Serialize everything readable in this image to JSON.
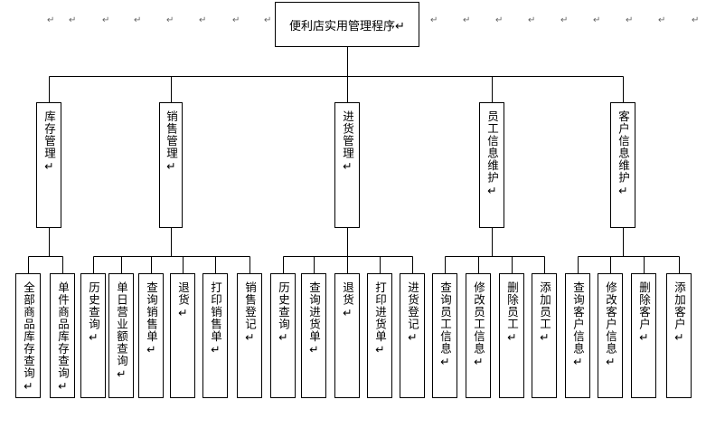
{
  "root": "便利店实用管理程序↵",
  "decor_mark": "↵",
  "modules": [
    {
      "label": "库存管理↵",
      "children": [
        "全部商品库存查询↵",
        "单件商品库存查询↵"
      ]
    },
    {
      "label": "销售管理↵",
      "children": [
        "历史查询↵",
        "单日营业额查询↵",
        "查询销售单↵",
        "退货↵",
        "打印销售单↵",
        "销售登记↵"
      ]
    },
    {
      "label": "进货管理↵",
      "children": [
        "历史查询↵",
        "查询进货单↵",
        "退货↵",
        "打印进货单↵",
        "进货登记↵"
      ]
    },
    {
      "label": "员工信息维护↵",
      "children": [
        "查询员工信息↵",
        "修改员工信息↵",
        "删除员工↵",
        "添加员工↵"
      ]
    },
    {
      "label": "客户信息维护↵",
      "children": [
        "查询客户信息↵",
        "修改客户信息↵",
        "删除客户↵",
        "添加客户↵"
      ]
    }
  ]
}
